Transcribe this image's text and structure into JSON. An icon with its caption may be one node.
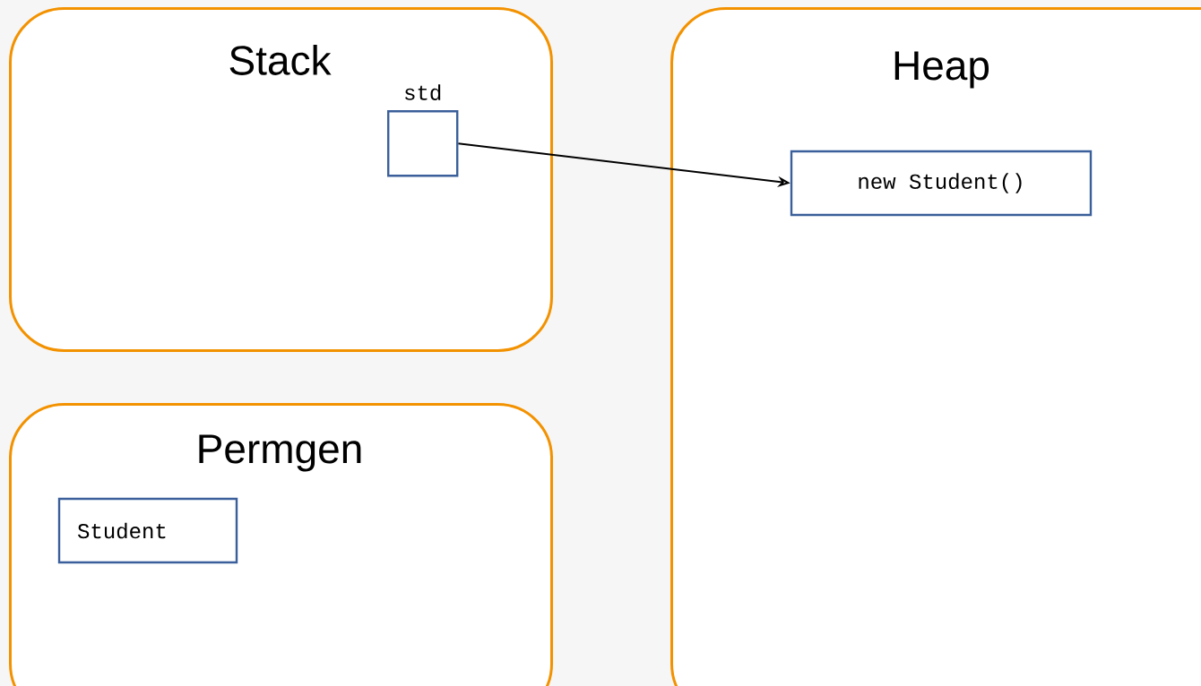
{
  "diagram": {
    "nodes": [
      {
        "text": [
          "Stack"
        ]
      },
      {
        "text": [
          "std"
        ],
        "in": 0
      },
      {
        "text": [
          "Heap"
        ]
      },
      {
        "text": [
          "new Student()"
        ],
        "in": 2
      },
      {
        "text": [
          "Permgen"
        ]
      },
      {
        "text": [
          "Student"
        ],
        "in": 4
      }
    ],
    "edges": [
      {
        "from": 1,
        "to": 3,
        "arrow": "to"
      }
    ]
  }
}
